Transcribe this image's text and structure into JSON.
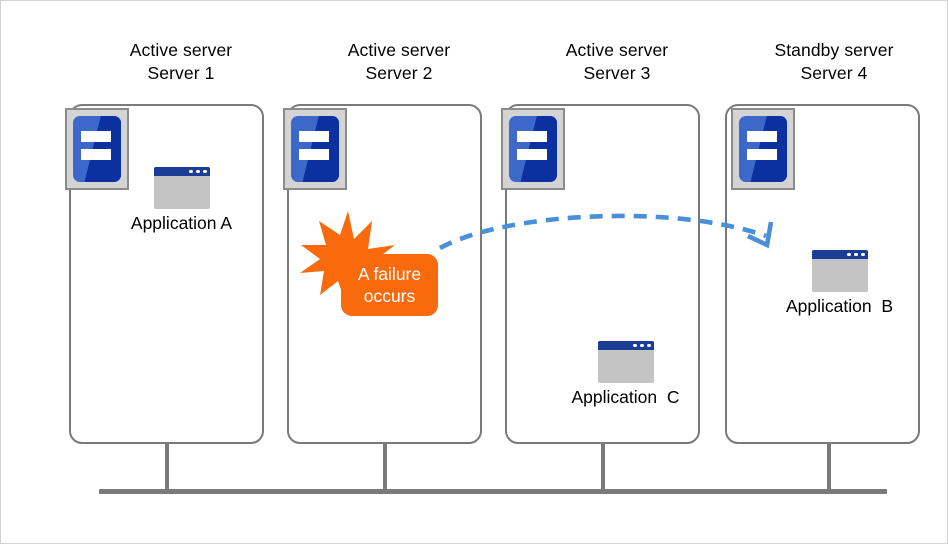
{
  "diagram": {
    "title": "Server failover diagram",
    "colors": {
      "server_frame": "#7a7a7a",
      "server_icon_border": "#8c8c8c",
      "server_icon_bg": "#d4d4d4",
      "server_chassis_light": "#3b68c9",
      "server_chassis_dark": "#0b30a0",
      "app_window_body": "#c4c4c4",
      "app_titlebar": "#1b3d96",
      "failure_orange": "#f96a0c",
      "arrow_blue": "#4a90d9",
      "outer_border": "#d3d3d3"
    }
  },
  "columns": [
    {
      "role": "Active server",
      "name": "Server 1"
    },
    {
      "role": "Active server",
      "name": "Server 2"
    },
    {
      "role": "Active server",
      "name": "Server 3"
    },
    {
      "role": "Standby server",
      "name": "Server 4"
    }
  ],
  "applications": [
    {
      "label": "Application A",
      "host": "Server 1"
    },
    {
      "label": "Application  C",
      "host": "Server 3"
    },
    {
      "label": "Application  B",
      "host": "Server 4"
    }
  ],
  "failure": {
    "line1": "A failure",
    "line2": "occurs",
    "host": "Server 2"
  },
  "failover": {
    "from": "Server 2",
    "to": "Server 4",
    "style": "dashed-curved-arrow"
  }
}
